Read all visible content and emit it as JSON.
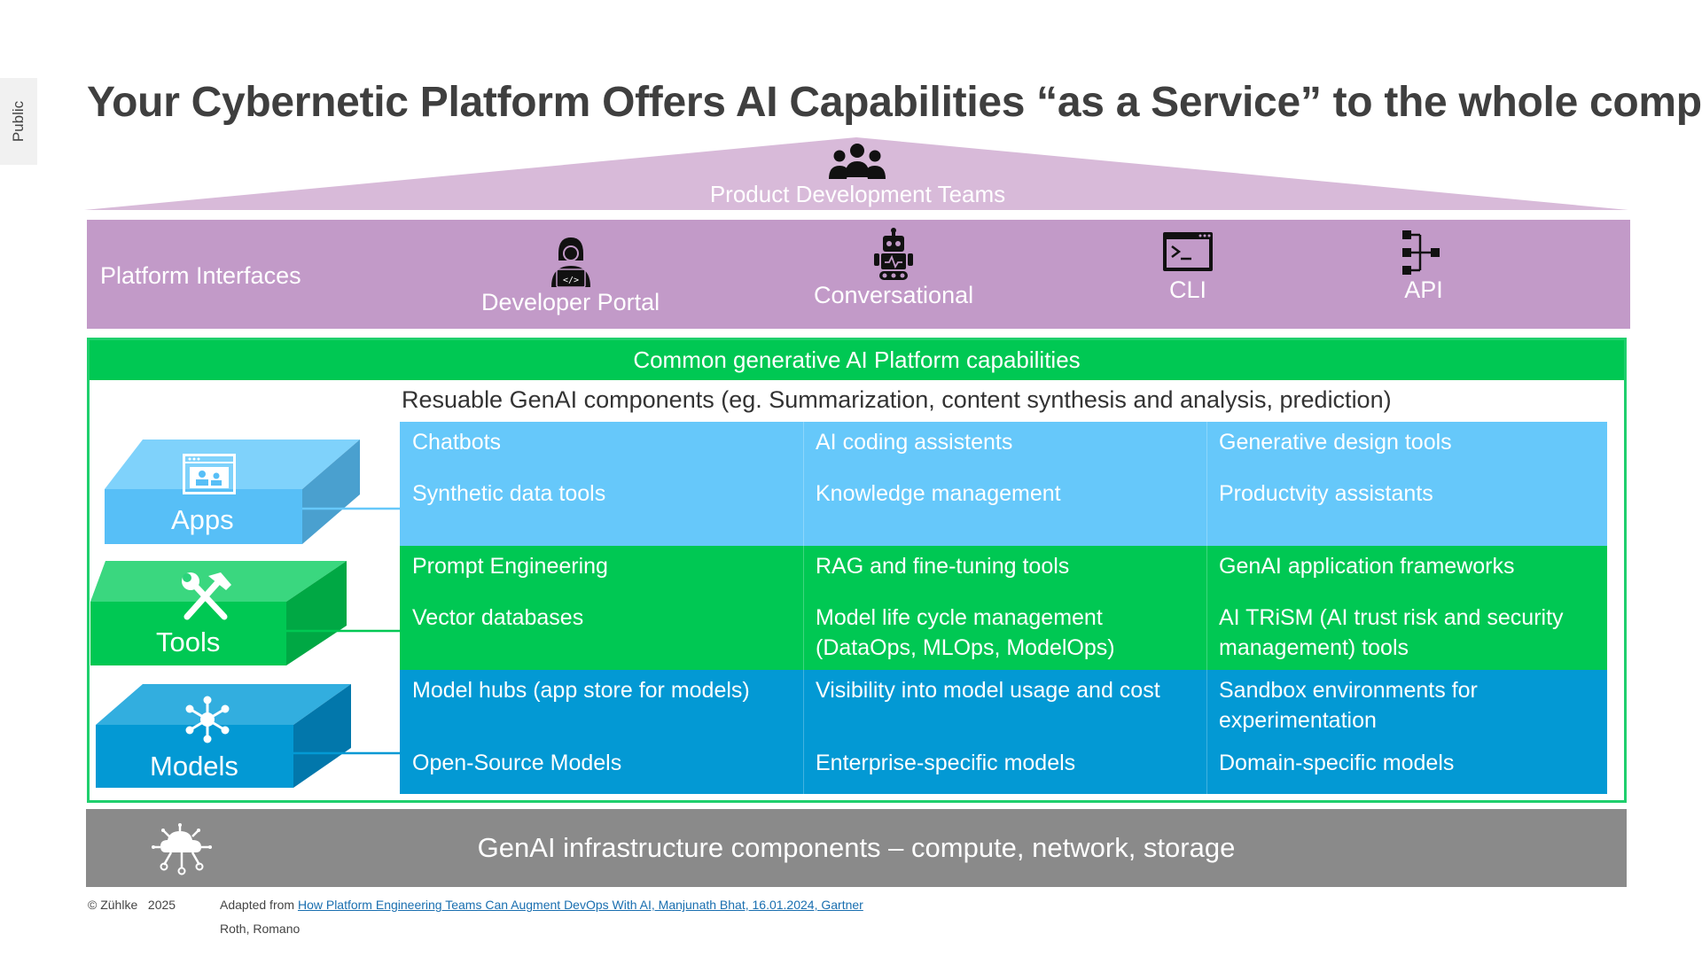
{
  "tag": "Public",
  "title": "Your Cybernetic Platform Offers AI Capabilities “as a Service” to the whole company",
  "roof": {
    "label": "Product Development Teams",
    "icon": "team-icon",
    "color": "#d8bad9"
  },
  "interfaces": {
    "label": "Platform Interfaces",
    "color": "#c29ac8",
    "items": [
      {
        "label": "Developer Portal",
        "icon": "developer-icon"
      },
      {
        "label": "Conversational",
        "icon": "robot-icon"
      },
      {
        "label": "CLI",
        "icon": "terminal-icon"
      },
      {
        "label": "API",
        "icon": "api-icon"
      }
    ]
  },
  "common": {
    "header": "Common generative AI Platform capabilities",
    "reusable": "Resuable GenAI components (eg. Summarization, content synthesis and analysis, prediction)",
    "header_color": "#00c853"
  },
  "layers": [
    {
      "label": "Apps",
      "icon": "app-window-icon",
      "color": "#66c8fa",
      "cells": [
        [
          "Chatbots",
          "AI coding assistents",
          "Generative design tools"
        ],
        [
          "Synthetic data tools",
          "Knowledge management",
          "Productvity assistants"
        ]
      ]
    },
    {
      "label": "Tools",
      "icon": "hammer-wrench-icon",
      "color": "#00c853",
      "cells": [
        [
          "Prompt Engineering",
          "RAG and fine-tuning tools",
          "GenAI application frameworks"
        ],
        [
          "Vector databases",
          "Model life cycle management (DataOps, MLOps, ModelOps)",
          "AI TRiSM (AI trust risk and security management) tools"
        ]
      ]
    },
    {
      "label": "Models",
      "icon": "network-hub-icon",
      "color": "#0399d4",
      "cells": [
        [
          "Model hubs (app store for models)",
          "Visibility into model usage and cost",
          "Sandbox environments for experimentation"
        ],
        [
          "Open-Source Models",
          "Enterprise-specific models",
          "Domain-specific models"
        ]
      ]
    }
  ],
  "infra": {
    "label": "GenAI infrastructure components – compute, network, storage",
    "icon": "cloud-network-icon",
    "color": "#8a8a8a"
  },
  "footer": {
    "copyright": "© Zühlke",
    "year": "2025",
    "adapted_prefix": "Adapted from",
    "source_link": "How Platform Engineering Teams Can Augment DevOps With AI, Manjunath Bhat, 16.01.2024, Gartner",
    "authors": "Roth, Romano"
  }
}
